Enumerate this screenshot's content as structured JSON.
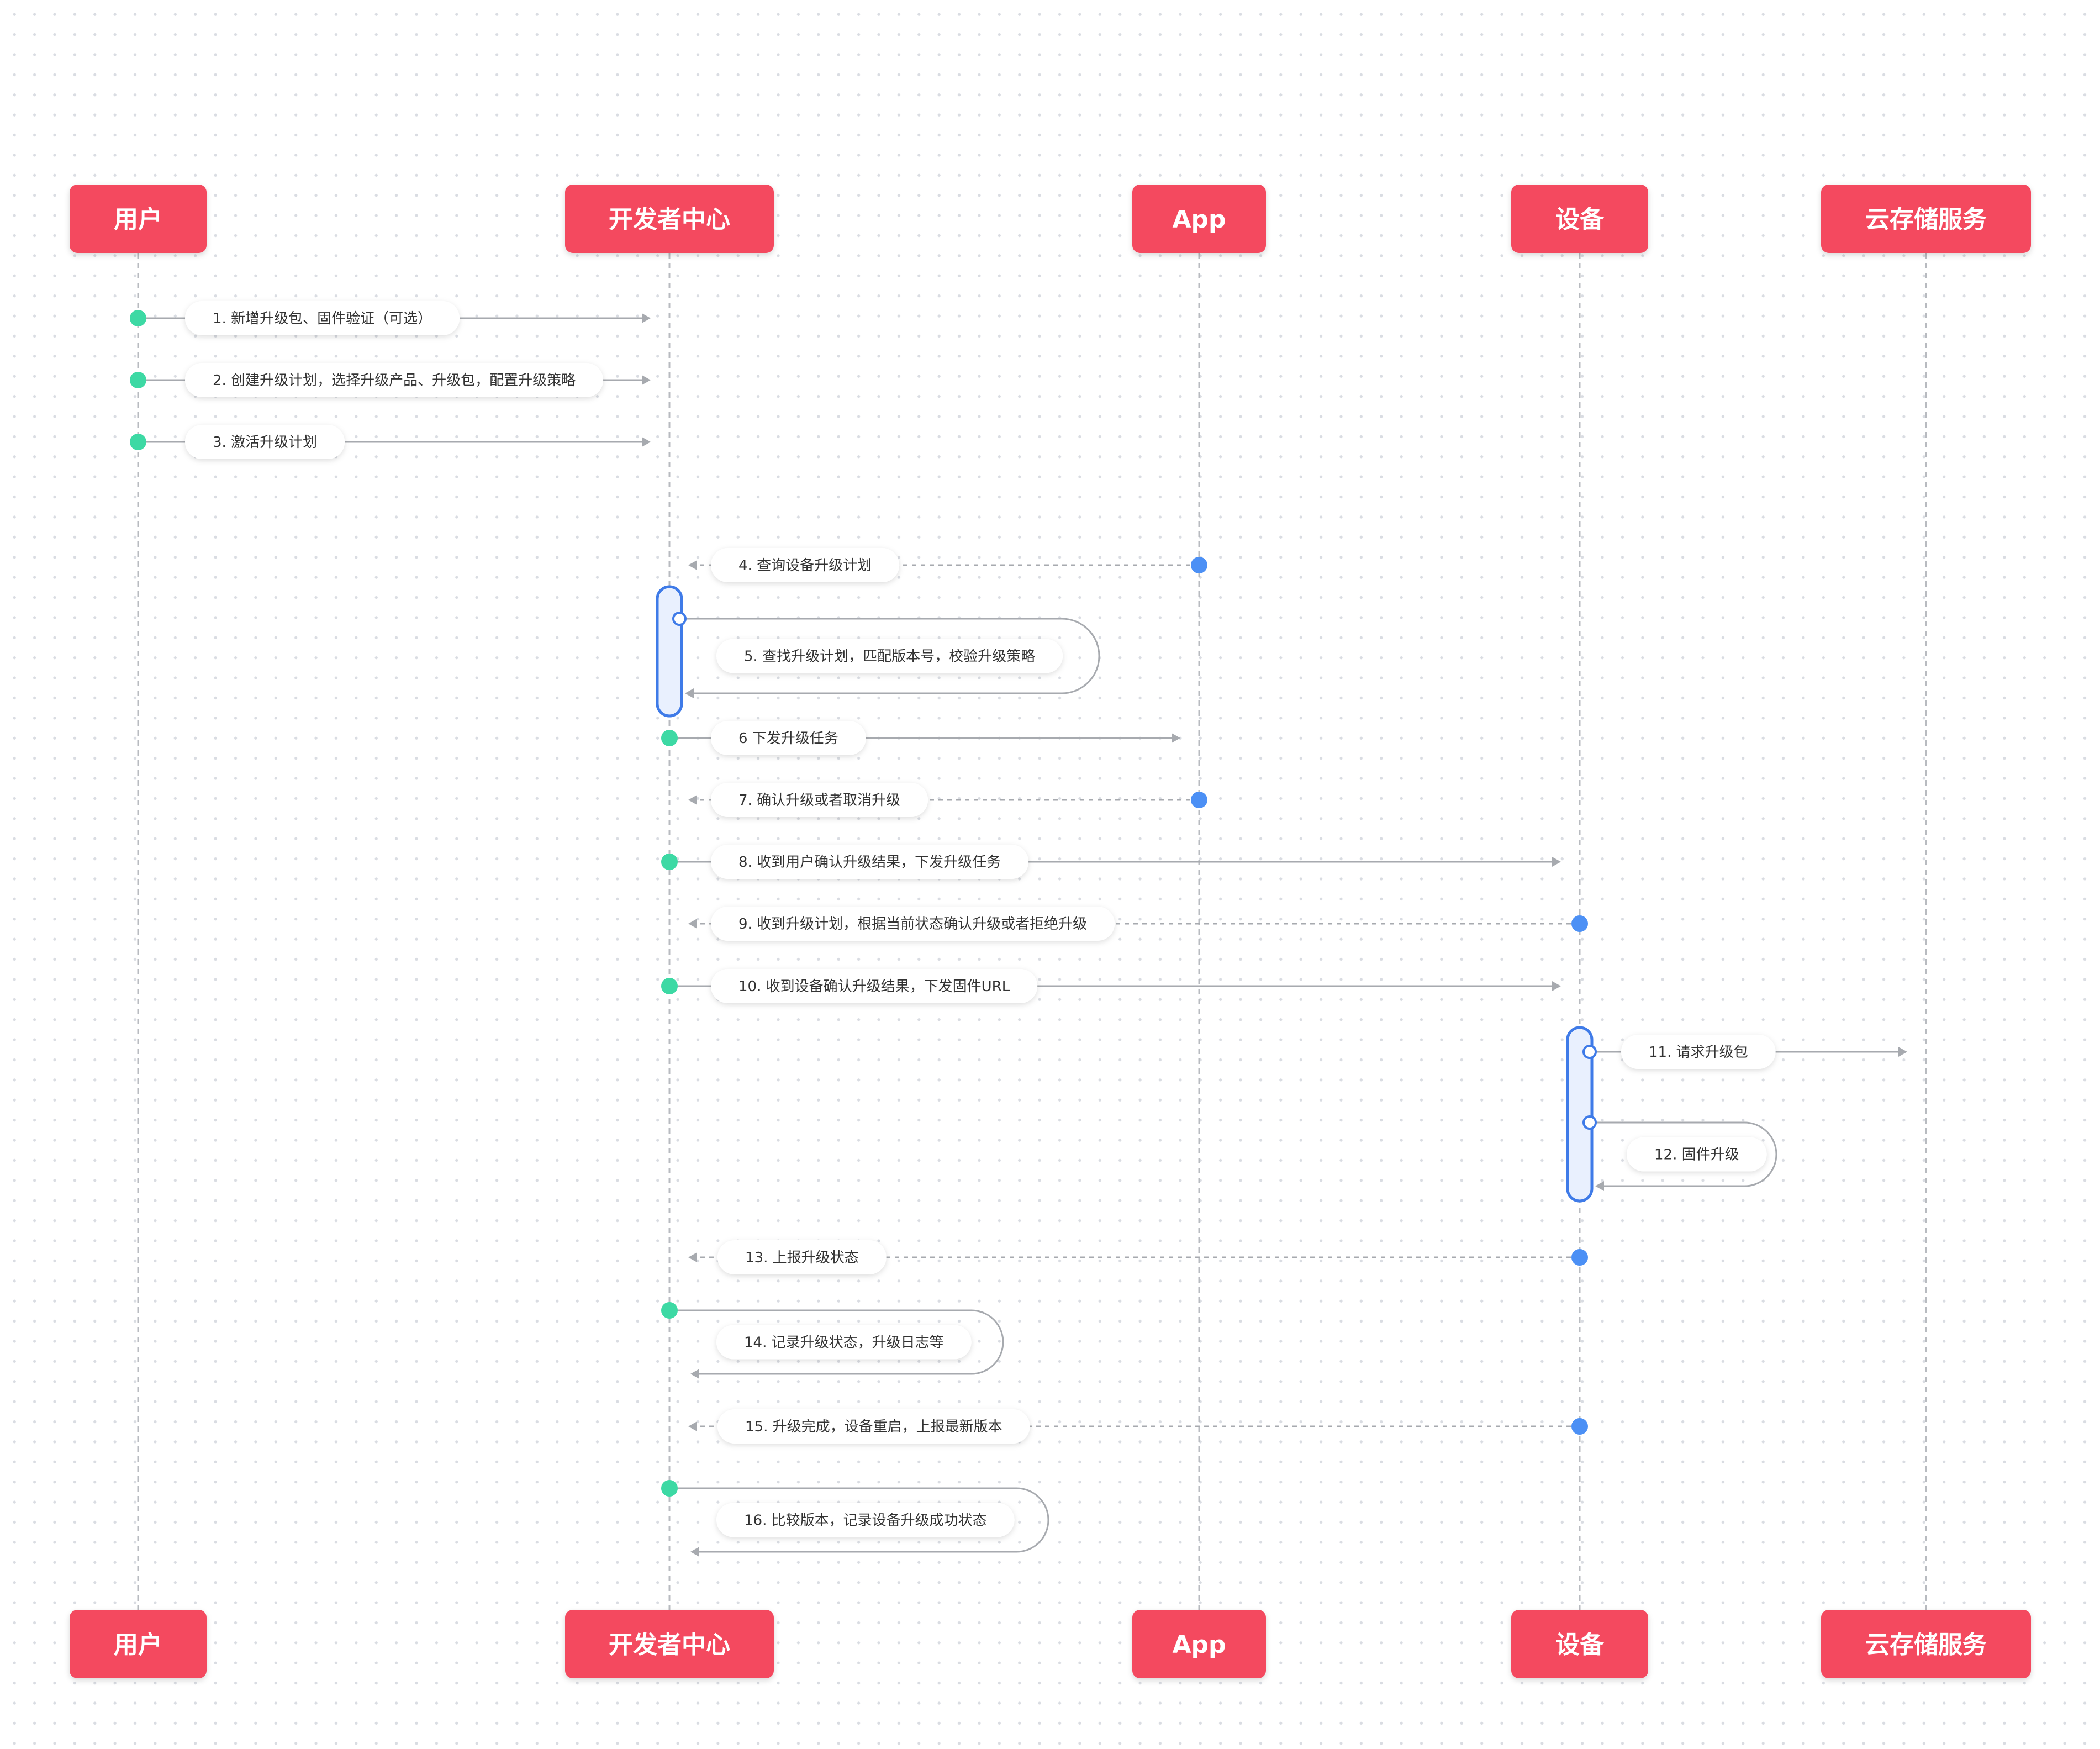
{
  "colors": {
    "actor_fill": "#F4495E",
    "actor_text": "#FFFFFF",
    "lifeline": "#B8BBC0",
    "arrow": "#A7AAAF",
    "dot_green": "#3DD9A4",
    "dot_blue": "#4C90F5",
    "activation_stroke": "#3F7BE8",
    "activation_fill": "#E9F0FE",
    "label_text": "#333333"
  },
  "actors": [
    {
      "id": "user",
      "label": "用户"
    },
    {
      "id": "dev",
      "label": "开发者中心"
    },
    {
      "id": "app",
      "label": "App"
    },
    {
      "id": "device",
      "label": "设备"
    },
    {
      "id": "cloud",
      "label": "云存储服务"
    }
  ],
  "activations": [
    {
      "actor": "dev",
      "from_step": 5,
      "to_step": 5
    },
    {
      "actor": "device",
      "from_step": 11,
      "to_step": 12
    }
  ],
  "messages": [
    {
      "step": 1,
      "from": "user",
      "to": "dev",
      "style": "solid",
      "label": "1. 新增升级包、固件验证（可选）"
    },
    {
      "step": 2,
      "from": "user",
      "to": "dev",
      "style": "solid",
      "label": "2. 创建升级计划，选择升级产品、升级包，配置升级策略"
    },
    {
      "step": 3,
      "from": "user",
      "to": "dev",
      "style": "solid",
      "label": "3. 激活升级计划"
    },
    {
      "step": 4,
      "from": "app",
      "to": "dev",
      "style": "dashed",
      "label": "4. 查询设备升级计划"
    },
    {
      "step": 5,
      "from": "dev",
      "to": "dev",
      "style": "solid",
      "label": "5. 查找升级计划，匹配版本号，校验升级策略"
    },
    {
      "step": 6,
      "from": "dev",
      "to": "app",
      "style": "solid",
      "label": "6 下发升级任务"
    },
    {
      "step": 7,
      "from": "app",
      "to": "dev",
      "style": "dashed",
      "label": "7. 确认升级或者取消升级"
    },
    {
      "step": 8,
      "from": "dev",
      "to": "device",
      "style": "solid",
      "label": "8. 收到用户确认升级结果，下发升级任务"
    },
    {
      "step": 9,
      "from": "device",
      "to": "dev",
      "style": "dashed",
      "label": "9. 收到升级计划，根据当前状态确认升级或者拒绝升级"
    },
    {
      "step": 10,
      "from": "dev",
      "to": "device",
      "style": "solid",
      "label": "10. 收到设备确认升级结果，下发固件URL"
    },
    {
      "step": 11,
      "from": "device",
      "to": "cloud",
      "style": "solid",
      "label": "11. 请求升级包"
    },
    {
      "step": 12,
      "from": "device",
      "to": "device",
      "style": "solid",
      "label": "12. 固件升级"
    },
    {
      "step": 13,
      "from": "device",
      "to": "dev",
      "style": "dashed",
      "label": "13. 上报升级状态"
    },
    {
      "step": 14,
      "from": "dev",
      "to": "dev",
      "style": "solid",
      "label": "14. 记录升级状态，升级日志等"
    },
    {
      "step": 15,
      "from": "device",
      "to": "dev",
      "style": "dashed",
      "label": "15. 升级完成，设备重启，上报最新版本"
    },
    {
      "step": 16,
      "from": "dev",
      "to": "dev",
      "style": "solid",
      "label": "16. 比较版本，记录设备升级成功状态"
    }
  ]
}
